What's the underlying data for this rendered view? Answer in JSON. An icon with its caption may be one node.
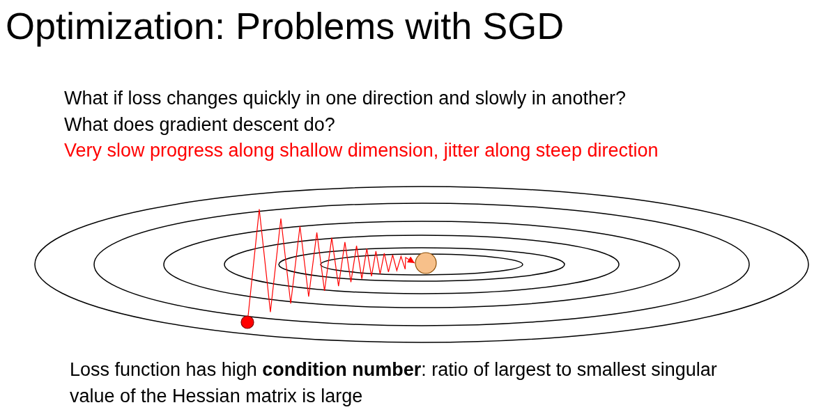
{
  "diagram": {
    "title": "Optimization: Problems with SGD",
    "nodes": [
      {
        "text": [],
        "shape": "circle"
      },
      {
        "text": [],
        "shape": "circle"
      }
    ],
    "edges": [
      {
        "from": 0,
        "to": 1,
        "arrow": "to",
        "color": "#ff0000"
      }
    ],
    "labels": [
      "What if loss changes quickly in one direction and slowly in another?",
      "What does gradient descent do?",
      "Very slow progress along shallow dimension, jitter along steep direction",
      "Loss function has high **condition number**: ratio of largest to smallest singular value of the Hessian matrix is large"
    ]
  }
}
